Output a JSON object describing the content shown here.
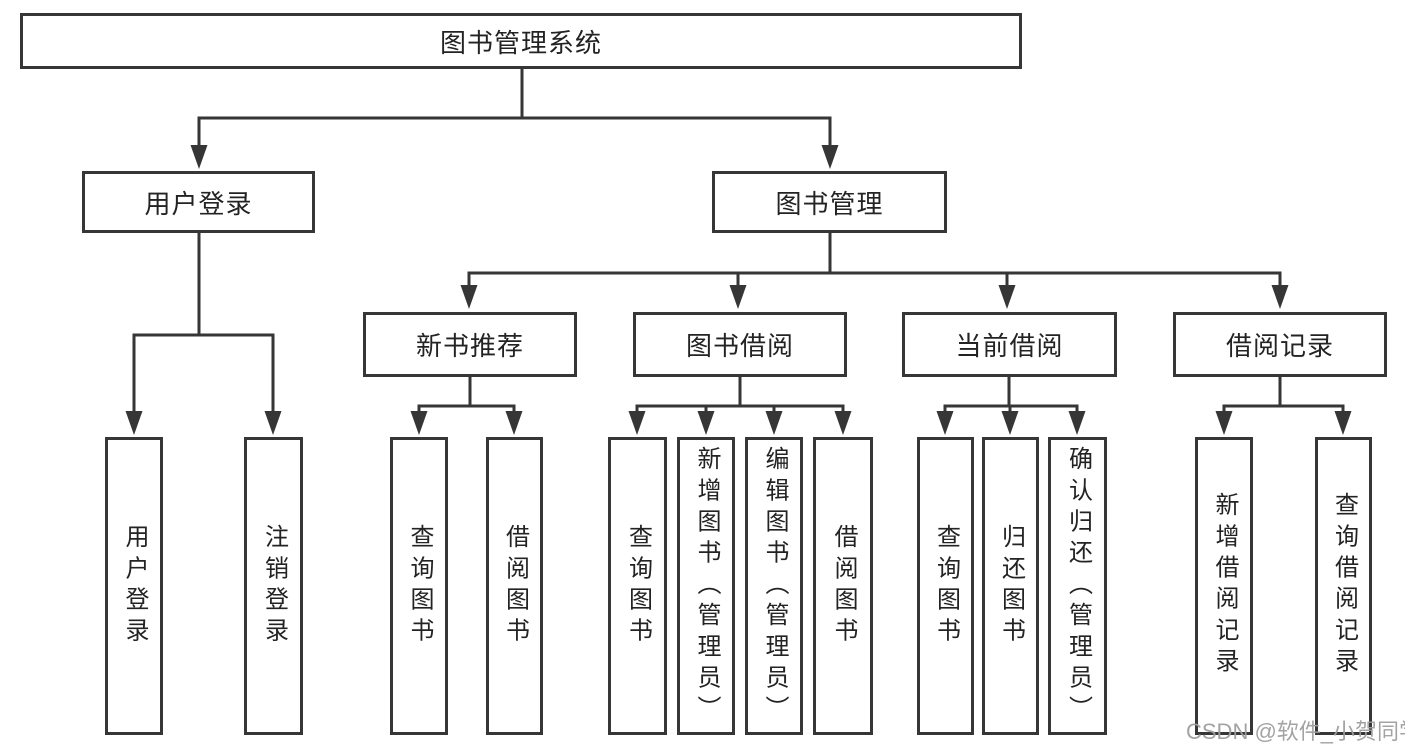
{
  "diagram": {
    "root": {
      "label": "图书管理系统"
    },
    "level1": [
      {
        "label": "用户登录"
      },
      {
        "label": "图书管理"
      }
    ],
    "level2": [
      {
        "label": "新书推荐"
      },
      {
        "label": "图书借阅"
      },
      {
        "label": "当前借阅"
      },
      {
        "label": "借阅记录"
      }
    ],
    "leaves": {
      "user_login": [
        "用户登录",
        "注销登录"
      ],
      "new_books": [
        "查询图书",
        "借阅图书"
      ],
      "book_borrowing": [
        "查询图书",
        "新增图书（管理员）",
        "编辑图书（管理员）",
        "借阅图书"
      ],
      "current_borrowing": [
        "查询图书",
        "归还图书",
        "确认归还（管理员）"
      ],
      "borrowing_records": [
        "新增借阅记录",
        "查询借阅记录"
      ]
    },
    "line_color": "#363636"
  },
  "watermark": {
    "text": "CSDN @软件_小贺同学",
    "color": "#9e9e9e"
  }
}
